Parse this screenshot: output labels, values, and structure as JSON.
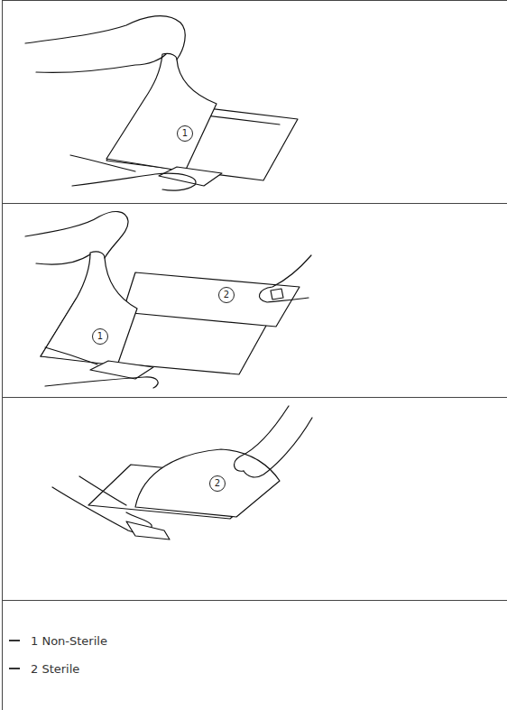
{
  "diagram": {
    "labels": [
      "1",
      "1",
      "2",
      "2"
    ],
    "legend": [
      {
        "text": "1 Non-Sterile"
      },
      {
        "text": "2 Sterile"
      }
    ]
  }
}
